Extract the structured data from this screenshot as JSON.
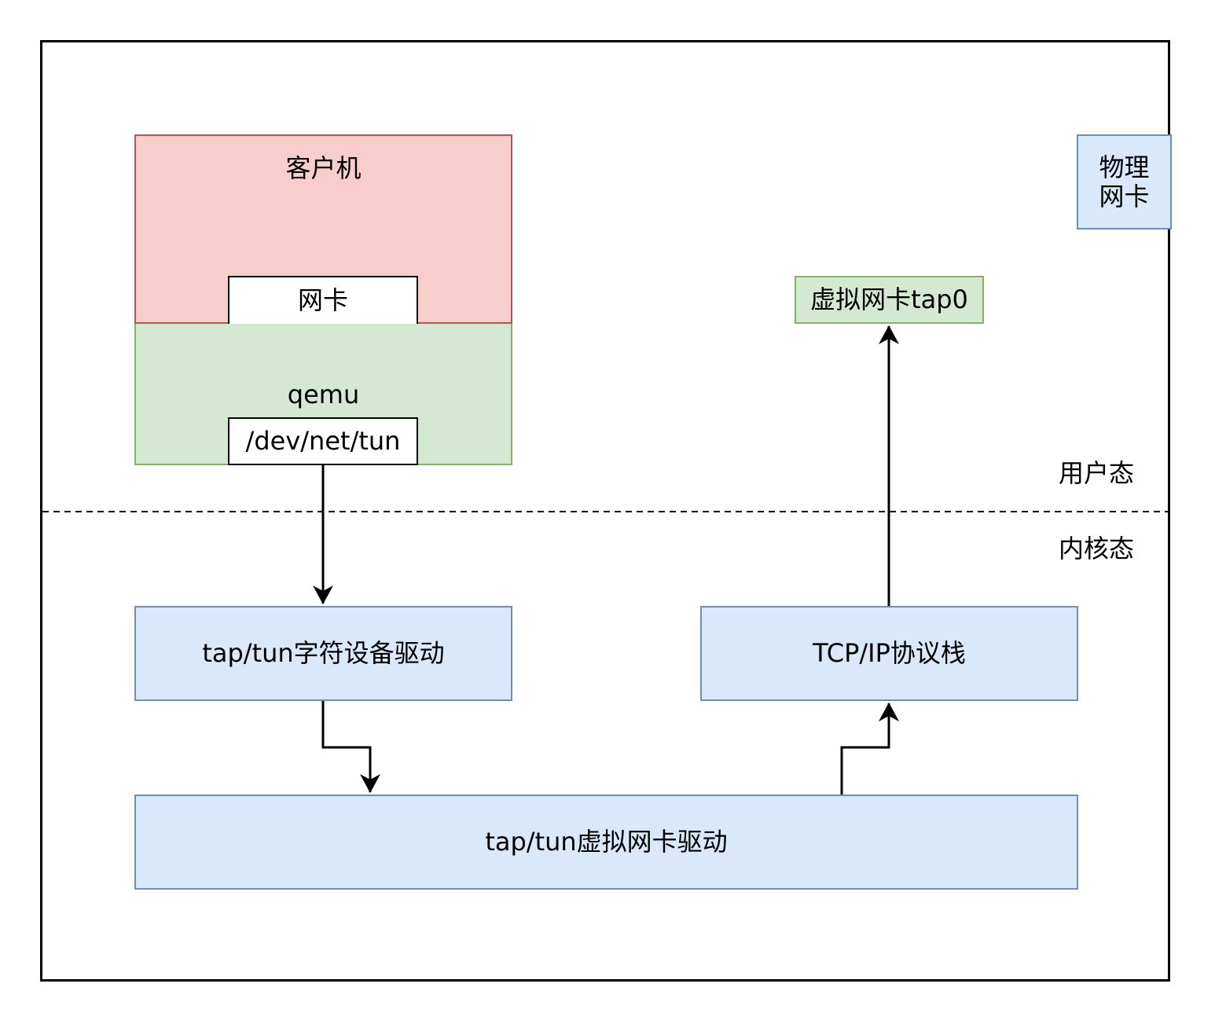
{
  "guest": {
    "title": "客户机",
    "nic": "网卡"
  },
  "qemu": {
    "title": "qemu",
    "tun_device": "/dev/net/tun"
  },
  "physical_nic": {
    "label": "物理\n网卡"
  },
  "virtual_nic_tap0": {
    "label": "虚拟网卡tap0"
  },
  "zones": {
    "user_space": "用户态",
    "kernel_space": "内核态"
  },
  "kernel": {
    "char_driver": "tap/tun字符设备驱动",
    "tcpip_stack": "TCP/IP协议栈",
    "virtual_nic_driver": "tap/tun虚拟网卡驱动"
  },
  "colors": {
    "green_fill": "#d5e8d4",
    "green_border": "#82b366",
    "blue_fill": "#dae8fc",
    "blue_border": "#6c8ebf",
    "red_fill": "#f8cecc",
    "red_border": "#b85450"
  }
}
